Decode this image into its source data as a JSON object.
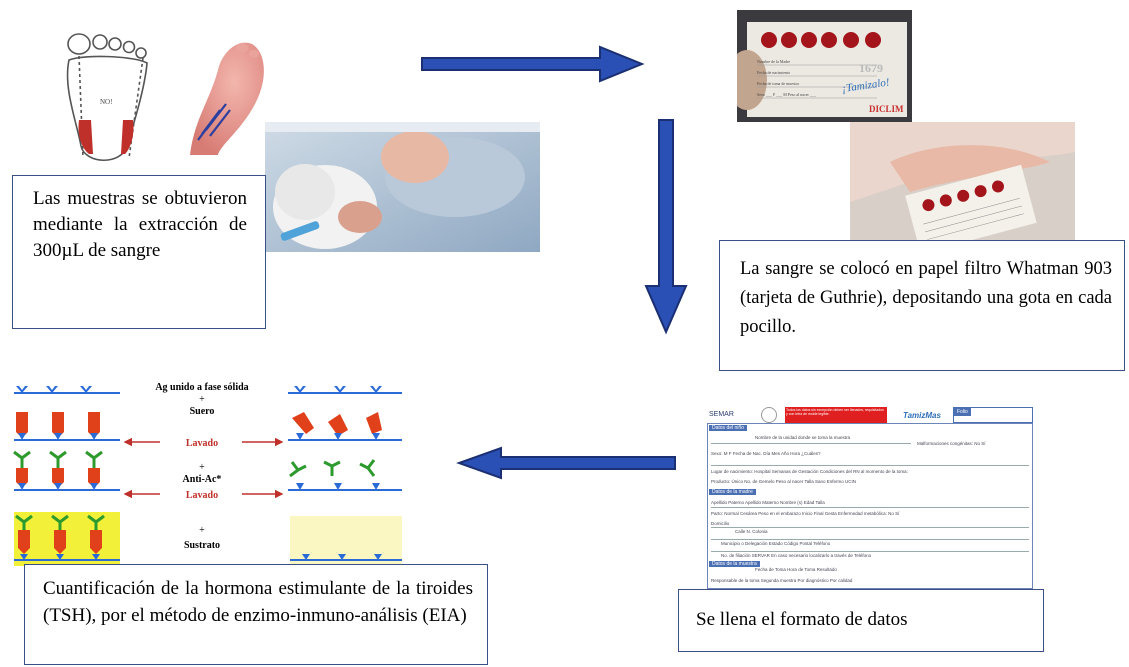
{
  "captions": {
    "samples": "Las muestras se obtuvieron mediante la extracción de 300µL de sangre",
    "filter_paper": "La sangre se colocó en papel filtro Whatman 903 (tarjeta de Guthrie), depositando una gota en cada pocillo.",
    "form": "Se llena el formato de datos",
    "quantification": "Cuantificación de la hormona estimulante de la tiroides (TSH), por el método de enzimo-inmuno-análisis (EIA)"
  },
  "foot_diagram": {
    "label": "NO!"
  },
  "eia_diagram": {
    "step1": "Ag unido a fase sólida",
    "plus1": "+",
    "step1b": "Suero",
    "wash1": "Lavado",
    "plus2": "+",
    "step2": "Anti-Ac*",
    "wash2": "Lavado",
    "plus3": "+",
    "step3": "Sustrato"
  },
  "card": {
    "lines": [
      "Nombre de la Madre",
      "Fecha de nacimiento",
      "Fecha de toma de muestra",
      "Sexo ___ F ___ M   Peso al nacer ___"
    ],
    "brand": "¡Tamizalo!",
    "code": "1679",
    "logo": "DICLIM"
  },
  "form": {
    "org": "SEMAR",
    "notice": "Todos los datos sin excepción deben ser llenados, requisitados y con letra de molde legible.",
    "brand": "TamizMas",
    "folio": "Folio",
    "section1": "Datos del niño",
    "row1": "Nombre de la unidad donde se toma la muestra",
    "row1b": "Malformaciones congénitas:  No  Sí",
    "row2": "Sexo: M  F   Fecha de Nac.  Día  Mes  Año   Hora  ¿Cuáles?",
    "row3": "Lugar de nacimiento: Hospital   Semanas de Gestación   Condiciones del RN al momento de la toma:",
    "row4": "Producto: Único  No. de Gemelo   Peso al nacer   Talla   Sano  Enfermo  UCIN",
    "section2": "Datos de la madre",
    "row5": "Apellido Paterno   Apellido Materno   Nombre (s)   Edad   Talla",
    "row6": "Parto: Normal  Cesárea   Peso en el embarazo   Inicio   Final   Gesta   Enfermedad metabólica: No  Sí",
    "row7": "Domicilio",
    "row8": "Calle   N.   Colonia",
    "row9": "Municipio o Delegación   Estado   Código Postal   Teléfono",
    "row10": "No. de filiación SERVAR   En caso necesario localizarlo a través de   Teléfono",
    "section3": "Datos de la muestra",
    "row11": "Fecha de Toma   Hora de Toma   Resultado",
    "row12": "Responsable de la toma   Segunda muestra   Por diagnóstico   Por calidad"
  },
  "colors": {
    "arrow": "#2a4fb5",
    "arrow_border": "#1b2f73",
    "caption_border": "#3a4f86",
    "blood": "#c0302b",
    "eia_blue": "#2b6bd8",
    "eia_red": "#e0401a",
    "eia_green": "#2d9a2d",
    "substrate_yellow": "#f3f03a"
  }
}
